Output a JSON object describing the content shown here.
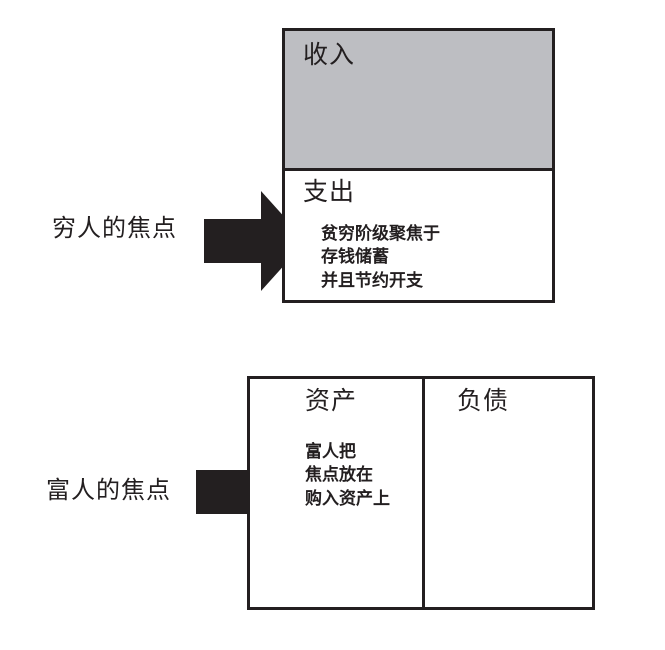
{
  "figure": {
    "type": "diagram",
    "description": "Two financial-statement diagrams contrasting the focus of the poor versus the rich",
    "accent_colors": {
      "ink": "#231f20",
      "panel_gray": "#bdbec2",
      "background": "#ffffff"
    }
  },
  "diagram_poor": {
    "side_label": "穷人的焦点",
    "arrow_icon": "right-block-arrow-icon",
    "income_cell": {
      "title": "收入",
      "fill": "gray"
    },
    "expense_cell": {
      "title": "支出",
      "body": "贫穷阶级聚焦于\n存钱储蓄\n并且节约开支",
      "fill": "white"
    }
  },
  "diagram_rich": {
    "side_label": "富人的焦点",
    "arrow_icon": "right-block-arrow-icon",
    "assets_cell": {
      "title": "资产",
      "body": "富人把\n焦点放在\n购入资产上",
      "fill": "white"
    },
    "liabilities_cell": {
      "title": "负债",
      "body": "",
      "fill": "white"
    }
  }
}
